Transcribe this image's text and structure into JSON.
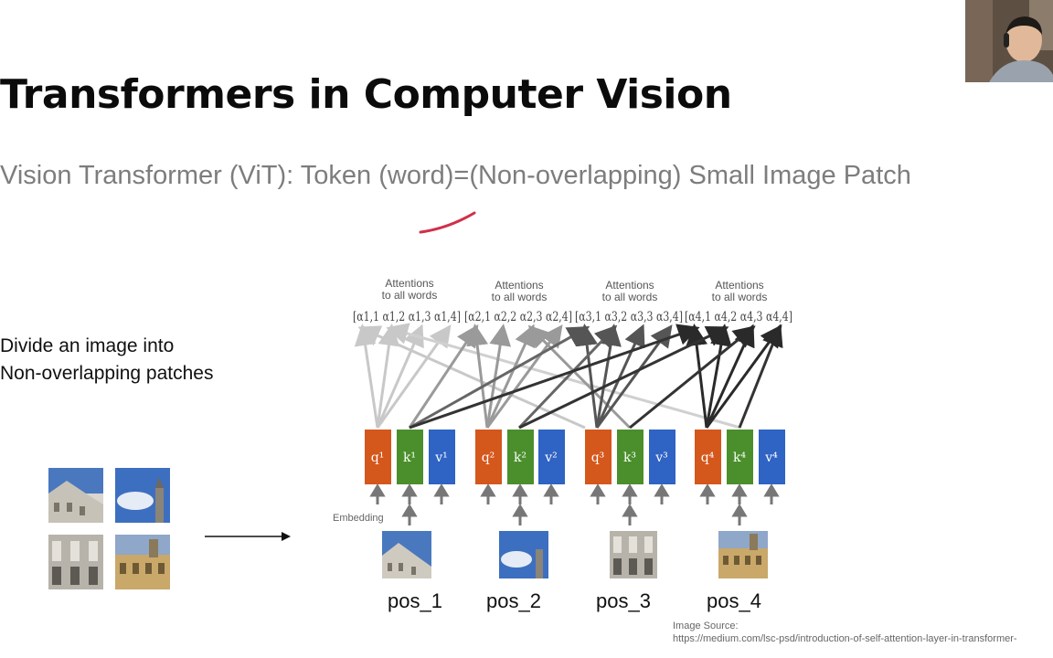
{
  "slide": {
    "title": "Transformers in Computer Vision",
    "subtitle": "Vision Transformer (ViT): Token (word)=(Non-overlapping) Small Image Patch",
    "left_text": [
      "Divide an image into",
      "Non-overlapping patches"
    ]
  },
  "diagram": {
    "attention_label_line1": "Attentions",
    "attention_label_line2": "to all words",
    "alpha_groups": [
      "[α1,1 α1,2 α1,3 α1,4]",
      "[α2,1 α2,2 α2,3 α2,4]",
      "[α3,1 α3,2 α3,3 α3,4]",
      "[α4,1 α4,2 α4,3 α4,4]"
    ],
    "embedding_label": "Embedding",
    "tokens": [
      {
        "q": "q¹",
        "k": "k¹",
        "v": "v¹",
        "pos": "pos_1"
      },
      {
        "q": "q²",
        "k": "k²",
        "v": "v²",
        "pos": "pos_2"
      },
      {
        "q": "q³",
        "k": "k³",
        "v": "v³",
        "pos": "pos_3"
      },
      {
        "q": "q⁴",
        "k": "k⁴",
        "v": "v⁴",
        "pos": "pos_4"
      }
    ],
    "colors": {
      "q": "#d4571c",
      "k": "#4a8f2b",
      "v": "#2f63c4",
      "arrow_light": "#c8c8c8",
      "arrow_mid": "#9a9a9a",
      "arrow_dark": "#555555",
      "arrow_darkest": "#2a2a2a",
      "pen_mark": "#d0304a"
    }
  },
  "source": {
    "line1": "Image Source:",
    "line2": "https://medium.com/lsc-psd/introduction-of-self-attention-layer-in-transformer-"
  }
}
